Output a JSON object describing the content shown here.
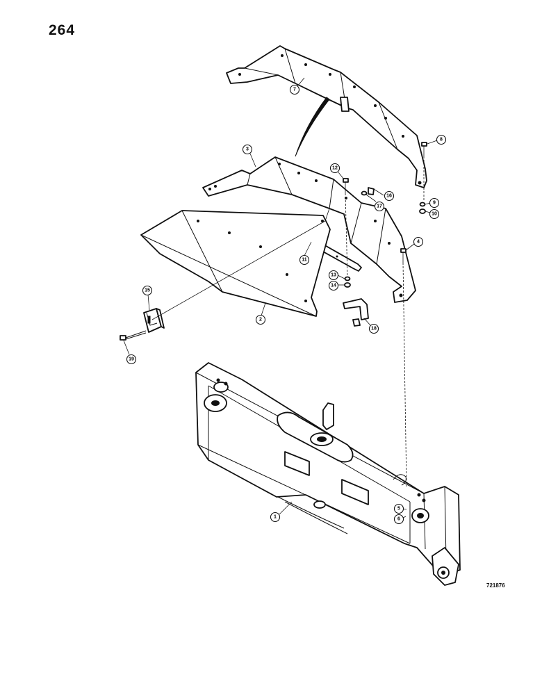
{
  "page": {
    "number": "264",
    "drawing_id": "721876"
  },
  "callouts": [
    "1",
    "2",
    "3",
    "4",
    "5",
    "6",
    "7",
    "8",
    "9",
    "10",
    "11",
    "12",
    "13",
    "14",
    "15",
    "16",
    "17",
    "18",
    "19"
  ]
}
